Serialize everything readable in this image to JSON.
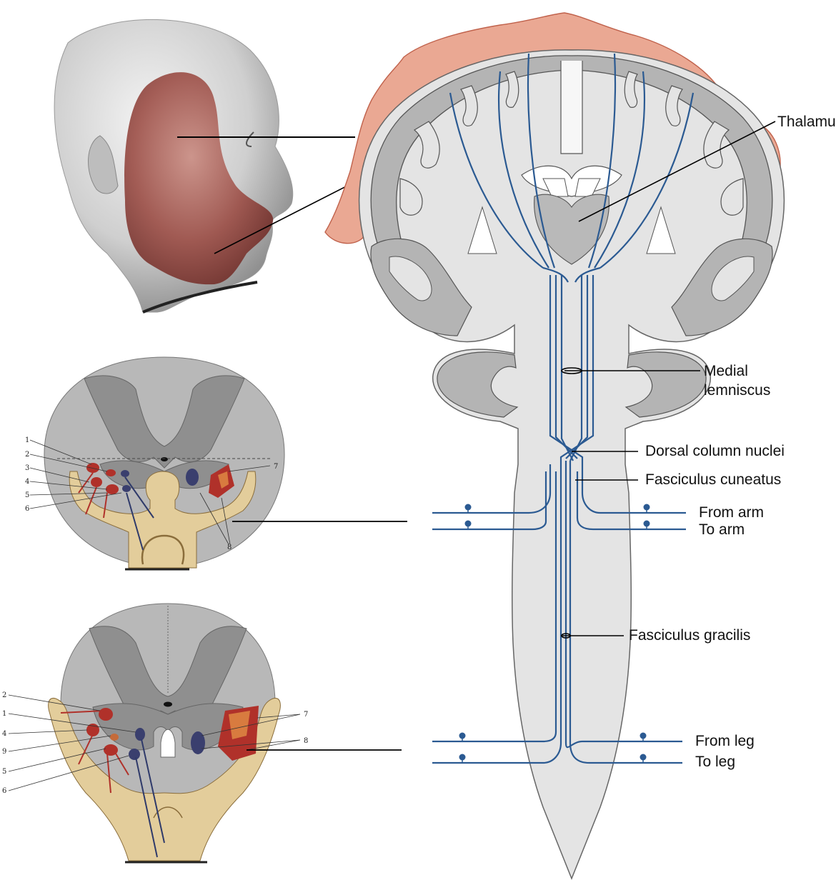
{
  "labels": {
    "thalamus": "Thalamus",
    "medial_lemniscus_1": "Medial",
    "medial_lemniscus_2": "lemniscus",
    "dorsal_column_nuclei": "Dorsal column nuclei",
    "fasciculus_cuneatus": "Fasciculus cuneatus",
    "from_arm": "From arm",
    "to_arm": "To arm",
    "fasciculus_gracilis": "Fasciculus gracilis",
    "from_leg": "From leg",
    "to_leg": "To leg"
  },
  "cervical_section_numbers": [
    "1",
    "2",
    "3",
    "4",
    "5",
    "6",
    "7",
    "8"
  ],
  "lumbar_section_numbers": [
    "2",
    "1",
    "4",
    "9",
    "5",
    "6",
    "7",
    "8"
  ],
  "colors": {
    "tract_blue": "#2b5a92",
    "tissue_gray": "#c8c8c8",
    "cortex_gray": "#a9a9a9",
    "homunculus_pink": "#e9a58f",
    "nucleus_red": "#b0312a",
    "nucleus_blue": "#3a3f6e",
    "skin_tan": "#e3cd9b"
  },
  "icons": [
    "head-icon",
    "homunculus-icon",
    "human-figure-icon",
    "neuron-icon"
  ]
}
